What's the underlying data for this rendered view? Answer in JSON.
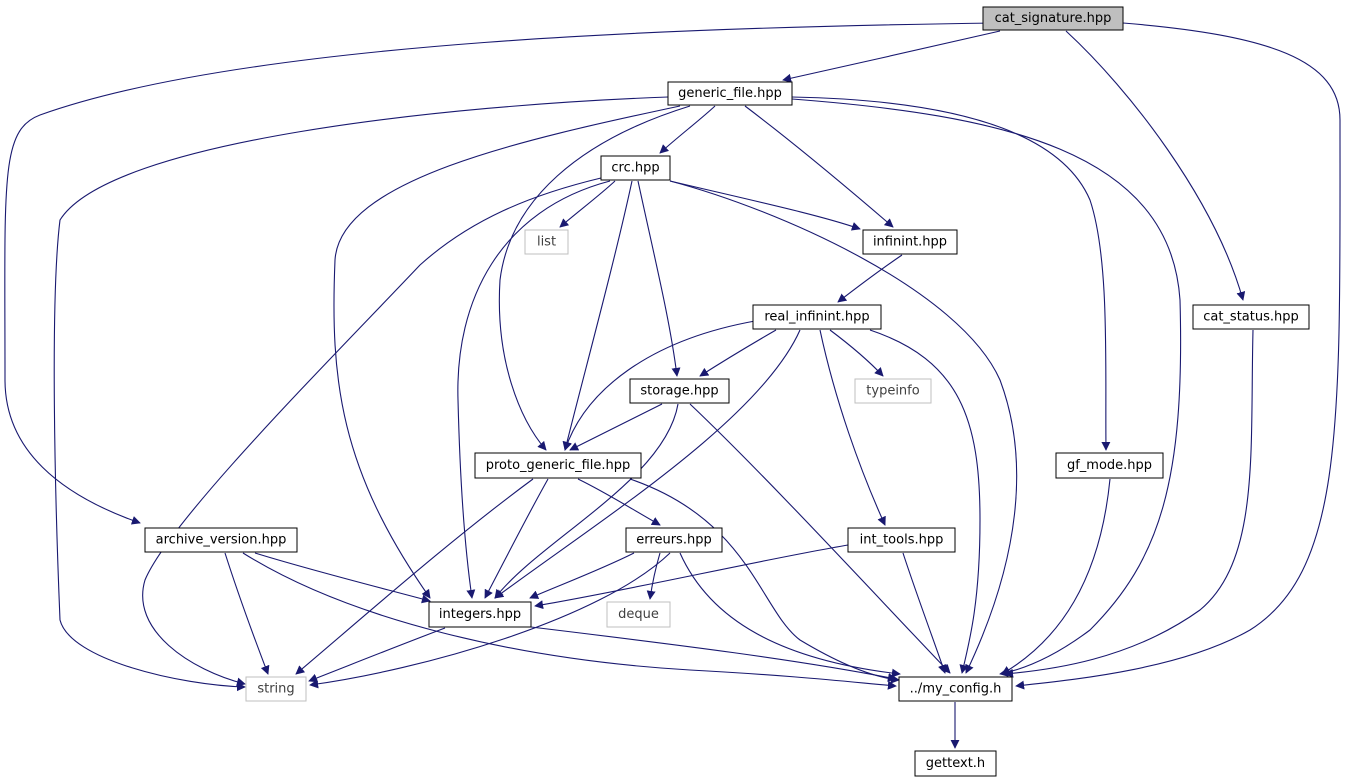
{
  "colors": {
    "edge": "#191970",
    "node_border": "#000000",
    "node_border_system": "#bfbfbf",
    "node_fill": "#ffffff",
    "node_fill_root": "#bfbfbf",
    "text": "#000000",
    "text_system": "#404040"
  },
  "nodes": [
    {
      "id": "cat_signature",
      "label": "cat_signature.hpp",
      "kind": "root"
    },
    {
      "id": "generic_file",
      "label": "generic_file.hpp",
      "kind": "file"
    },
    {
      "id": "crc",
      "label": "crc.hpp",
      "kind": "file"
    },
    {
      "id": "list",
      "label": "list",
      "kind": "system"
    },
    {
      "id": "infinint",
      "label": "infinint.hpp",
      "kind": "file"
    },
    {
      "id": "real_infinint",
      "label": "real_infinint.hpp",
      "kind": "file"
    },
    {
      "id": "cat_status",
      "label": "cat_status.hpp",
      "kind": "file"
    },
    {
      "id": "storage",
      "label": "storage.hpp",
      "kind": "file"
    },
    {
      "id": "typeinfo",
      "label": "typeinfo",
      "kind": "system"
    },
    {
      "id": "proto_generic_file",
      "label": "proto_generic_file.hpp",
      "kind": "file"
    },
    {
      "id": "gf_mode",
      "label": "gf_mode.hpp",
      "kind": "file"
    },
    {
      "id": "archive_version",
      "label": "archive_version.hpp",
      "kind": "file"
    },
    {
      "id": "erreurs",
      "label": "erreurs.hpp",
      "kind": "file"
    },
    {
      "id": "int_tools",
      "label": "int_tools.hpp",
      "kind": "file"
    },
    {
      "id": "integers",
      "label": "integers.hpp",
      "kind": "file"
    },
    {
      "id": "deque",
      "label": "deque",
      "kind": "system"
    },
    {
      "id": "string",
      "label": "string",
      "kind": "system"
    },
    {
      "id": "my_config",
      "label": "../my_config.h",
      "kind": "file"
    },
    {
      "id": "gettext",
      "label": "gettext.h",
      "kind": "file"
    }
  ],
  "edges": [
    {
      "from": "cat_signature",
      "to": "generic_file"
    },
    {
      "from": "cat_signature",
      "to": "archive_version"
    },
    {
      "from": "cat_signature",
      "to": "cat_status"
    },
    {
      "from": "cat_signature",
      "to": "my_config"
    },
    {
      "from": "generic_file",
      "to": "crc"
    },
    {
      "from": "generic_file",
      "to": "infinint"
    },
    {
      "from": "generic_file",
      "to": "proto_generic_file"
    },
    {
      "from": "generic_file",
      "to": "integers"
    },
    {
      "from": "generic_file",
      "to": "string"
    },
    {
      "from": "generic_file",
      "to": "gf_mode"
    },
    {
      "from": "generic_file",
      "to": "my_config"
    },
    {
      "from": "crc",
      "to": "list"
    },
    {
      "from": "crc",
      "to": "infinint"
    },
    {
      "from": "crc",
      "to": "storage"
    },
    {
      "from": "crc",
      "to": "proto_generic_file"
    },
    {
      "from": "crc",
      "to": "integers"
    },
    {
      "from": "crc",
      "to": "string"
    },
    {
      "from": "crc",
      "to": "my_config"
    },
    {
      "from": "infinint",
      "to": "real_infinint"
    },
    {
      "from": "real_infinint",
      "to": "storage"
    },
    {
      "from": "real_infinint",
      "to": "typeinfo"
    },
    {
      "from": "real_infinint",
      "to": "proto_generic_file"
    },
    {
      "from": "real_infinint",
      "to": "integers"
    },
    {
      "from": "real_infinint",
      "to": "int_tools"
    },
    {
      "from": "real_infinint",
      "to": "my_config"
    },
    {
      "from": "cat_status",
      "to": "my_config"
    },
    {
      "from": "storage",
      "to": "proto_generic_file"
    },
    {
      "from": "storage",
      "to": "integers"
    },
    {
      "from": "storage",
      "to": "my_config"
    },
    {
      "from": "proto_generic_file",
      "to": "erreurs"
    },
    {
      "from": "proto_generic_file",
      "to": "integers"
    },
    {
      "from": "proto_generic_file",
      "to": "string"
    },
    {
      "from": "proto_generic_file",
      "to": "my_config"
    },
    {
      "from": "gf_mode",
      "to": "my_config"
    },
    {
      "from": "archive_version",
      "to": "integers"
    },
    {
      "from": "archive_version",
      "to": "string"
    },
    {
      "from": "archive_version",
      "to": "my_config"
    },
    {
      "from": "erreurs",
      "to": "integers"
    },
    {
      "from": "erreurs",
      "to": "deque"
    },
    {
      "from": "erreurs",
      "to": "string"
    },
    {
      "from": "erreurs",
      "to": "my_config"
    },
    {
      "from": "int_tools",
      "to": "integers"
    },
    {
      "from": "int_tools",
      "to": "my_config"
    },
    {
      "from": "integers",
      "to": "string"
    },
    {
      "from": "integers",
      "to": "my_config"
    },
    {
      "from": "my_config",
      "to": "gettext"
    }
  ]
}
